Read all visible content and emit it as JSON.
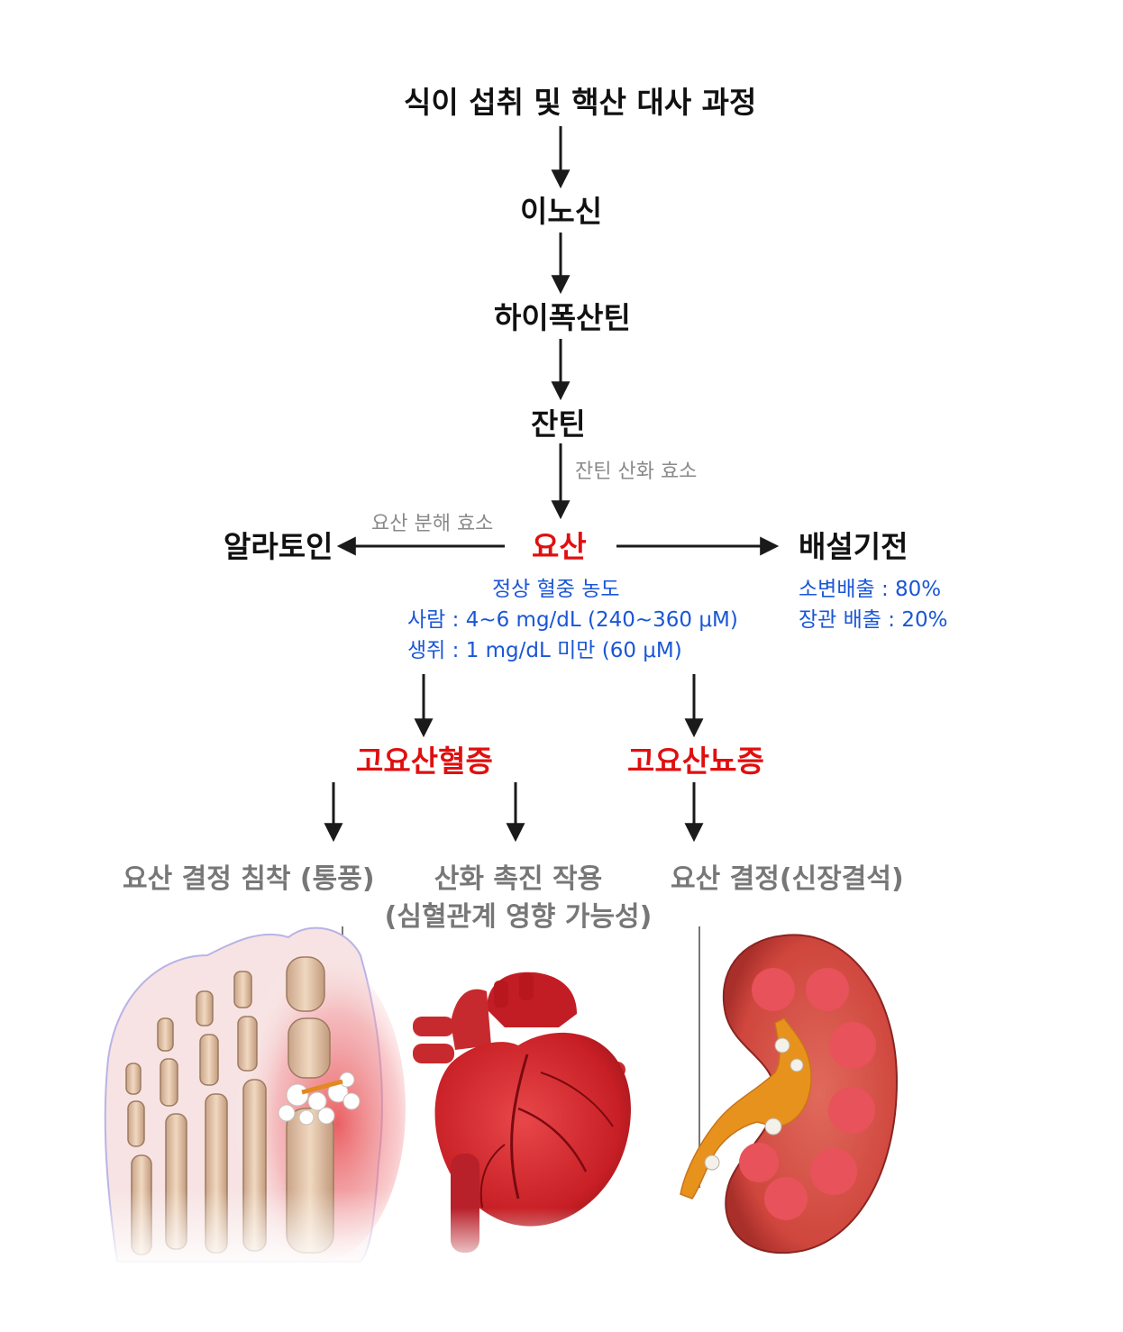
{
  "flow": {
    "title": "식이 섭취 및 핵산 대사 과정",
    "inosine": "이노신",
    "hypoxanthine": "하이폭산틴",
    "xanthine": "잔틴",
    "xanthine_oxidase": "잔틴 산화 효소",
    "uric_acid": "요산",
    "uricase": "요산 분해 효소",
    "allantoin": "알라토인",
    "excretion": "배설기전"
  },
  "normal_level": {
    "heading": "정상 혈중 농도",
    "human": "사람 : 4~6 mg/dL (240~360 μM)",
    "mouse": "생쥐 : 1 mg/dL 미만 (60 μM)"
  },
  "excretion_detail": {
    "urine": "소변배출 : 80%",
    "intestine": "장관 배출 : 20%"
  },
  "conditions": {
    "hyperuricemia": "고요산혈증",
    "hyperuricosuria": "고요산뇨증"
  },
  "outcomes": {
    "gout": "요산 결정 침착 (통풍)",
    "oxidation_line1": "산화 촉진 작용",
    "oxidation_line2": "(심혈관계 영향 가능성)",
    "kidney_stone": "요산 결정(신장결석)"
  },
  "colors": {
    "emphasis_red": "#e00f0f",
    "info_blue": "#1a56d6",
    "enzyme_gray": "#8a8a8a"
  },
  "illustrations": [
    "foot-gout-illustration",
    "heart-illustration",
    "kidney-stone-illustration"
  ]
}
